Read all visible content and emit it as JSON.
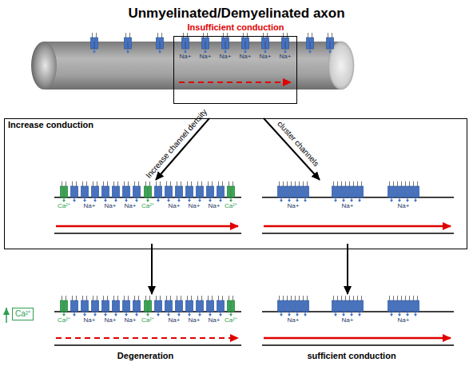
{
  "diagram": {
    "title": "Unmyelinated/Demyelinated axon",
    "nodes": [
      {
        "text": [
          "Insufficient conduction",
          "Na+",
          "Na+",
          "Na+",
          "Na+",
          "Na+",
          "Na+"
        ]
      },
      {
        "text": [
          "Increase conduction"
        ]
      },
      {
        "text": [
          "Ca²⁺",
          "Na+",
          "Na+",
          "Na+",
          "Ca²⁺",
          "Na+",
          "Na+",
          "Na+",
          "Ca²⁺"
        ],
        "in": 1
      },
      {
        "text": [
          "Na+",
          "Na+",
          "Na+"
        ],
        "in": 1
      },
      {
        "text": [
          "Ca²⁺",
          "Na+",
          "Na+",
          "Na+",
          "Ca²⁺",
          "Na+",
          "Na+",
          "Na+",
          "Ca²⁺",
          "Degeneration"
        ]
      },
      {
        "text": [
          "Na+",
          "Na+",
          "Na+",
          "sufficient conduction"
        ]
      }
    ],
    "edges": [
      {
        "from": 1,
        "to": 2,
        "arrow": "to",
        "label": "Increase channel density"
      },
      {
        "from": 1,
        "to": 3,
        "arrow": "to",
        "label": "cluster channels"
      },
      {
        "from": 2,
        "to": 4,
        "arrow": "to"
      },
      {
        "from": 3,
        "to": 5,
        "arrow": "to"
      }
    ],
    "labels": [
      "Ca²⁺"
    ]
  }
}
